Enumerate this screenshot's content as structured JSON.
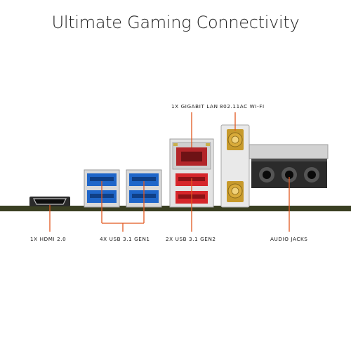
{
  "title": "Ultimate Gaming Connectivity",
  "labels": {
    "gigabit_lan": "1X GIGABIT LAN",
    "wifi": "802.11AC WI-FI",
    "hdmi": "1X HDMI 2.0",
    "usb_gen1": "4X USB 3.1 GEN1",
    "usb_gen2": "2X USB 3.1 GEN2",
    "audio": "AUDIO JACKS"
  },
  "colors": {
    "accent_line": "#e2571e",
    "board": "#3a3f22",
    "usb_gen1_blue": "#1f66c9",
    "usb_gen2_red": "#d6262b",
    "lan_red": "#b3262a"
  },
  "icons": [
    "hdmi-port-icon",
    "usb-port-icon",
    "lan-port-icon",
    "antenna-connector-icon",
    "audio-jack-icon"
  ]
}
